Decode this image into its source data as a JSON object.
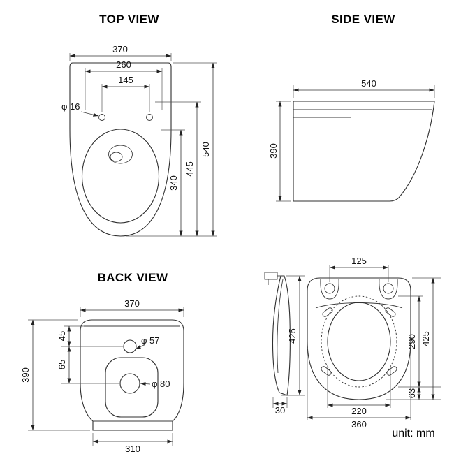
{
  "unit_label": "unit: mm",
  "line_color": "#2f2f2f",
  "views": {
    "top": {
      "title": "TOP VIEW",
      "dims": {
        "overall_width": "370",
        "rim_width": "260",
        "hinge_hole_span": "145",
        "hinge_hole_dia": "φ 16",
        "bowl_depth": "340",
        "rim_depth": "445",
        "overall_depth": "540"
      }
    },
    "side": {
      "title": "SIDE VIEW",
      "dims": {
        "overall_length": "540",
        "overall_height": "390"
      }
    },
    "back": {
      "title": "BACK VIEW",
      "dims": {
        "overall_width": "370",
        "inlet_offset": "45",
        "inlet_dia": "φ 57",
        "inlet_to_outlet": "65",
        "outlet_dia": "φ 80",
        "overall_height": "390",
        "base_width": "310"
      }
    },
    "seat": {
      "dims": {
        "hinge_span": "125",
        "profile_height": "425",
        "profile_thickness": "30",
        "opening_depth": "290",
        "overall_depth": "425",
        "back_offset": "63",
        "opening_width": "220",
        "overall_width": "360"
      }
    }
  }
}
